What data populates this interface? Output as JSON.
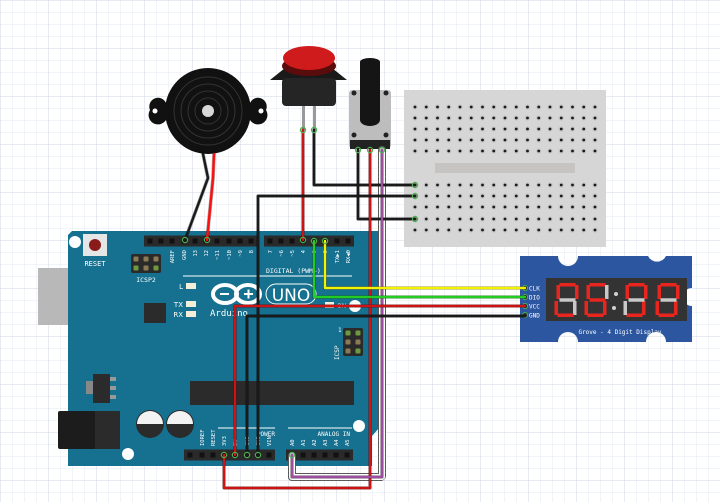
{
  "arduino": {
    "reset_label": "RESET",
    "icsp2_label": "ICSP2",
    "icsp_label": "ICSP",
    "icsp_pin1": "1",
    "digital_label": "DIGITAL (PWM~)",
    "brand": "Arduino",
    "model": "UNO",
    "led_l": "L",
    "led_tx": "TX",
    "led_rx": "RX",
    "led_on": "ON",
    "power_label": "POWER",
    "analog_label": "ANALOG IN",
    "header_top_left": [
      "",
      "",
      "AREF",
      "GND",
      "13",
      "12",
      "~11",
      "~10",
      "~9",
      "8"
    ],
    "header_top_right": [
      "7",
      "~6",
      "~5",
      "4",
      "~3",
      "2",
      "TX▶1",
      "RX◀0"
    ],
    "header_power": [
      "",
      "IOREF",
      "RESET",
      "3V3",
      "5V",
      "GND",
      "GND",
      "VIN"
    ],
    "header_analog": [
      "A0",
      "A1",
      "A2",
      "A3",
      "A4",
      "A5"
    ],
    "board_color": "#16708F"
  },
  "display": {
    "title": "Grove - 4 Digit Display",
    "pins": [
      "CLK",
      "DIO",
      "VCC",
      "GND"
    ],
    "board_color": "#2C56A0",
    "segment_color": "#E8251F"
  },
  "components": {
    "buzzer": "piezo-buzzer",
    "button": "push-button",
    "potentiometer": "rotary-potentiometer",
    "breadboard": "mini-breadboard"
  },
  "wire_colors": {
    "red": "#CC1414",
    "black": "#1A1A1A",
    "green": "#22CC22",
    "yellow": "#F2F200",
    "purple": "#9B4F9E"
  }
}
